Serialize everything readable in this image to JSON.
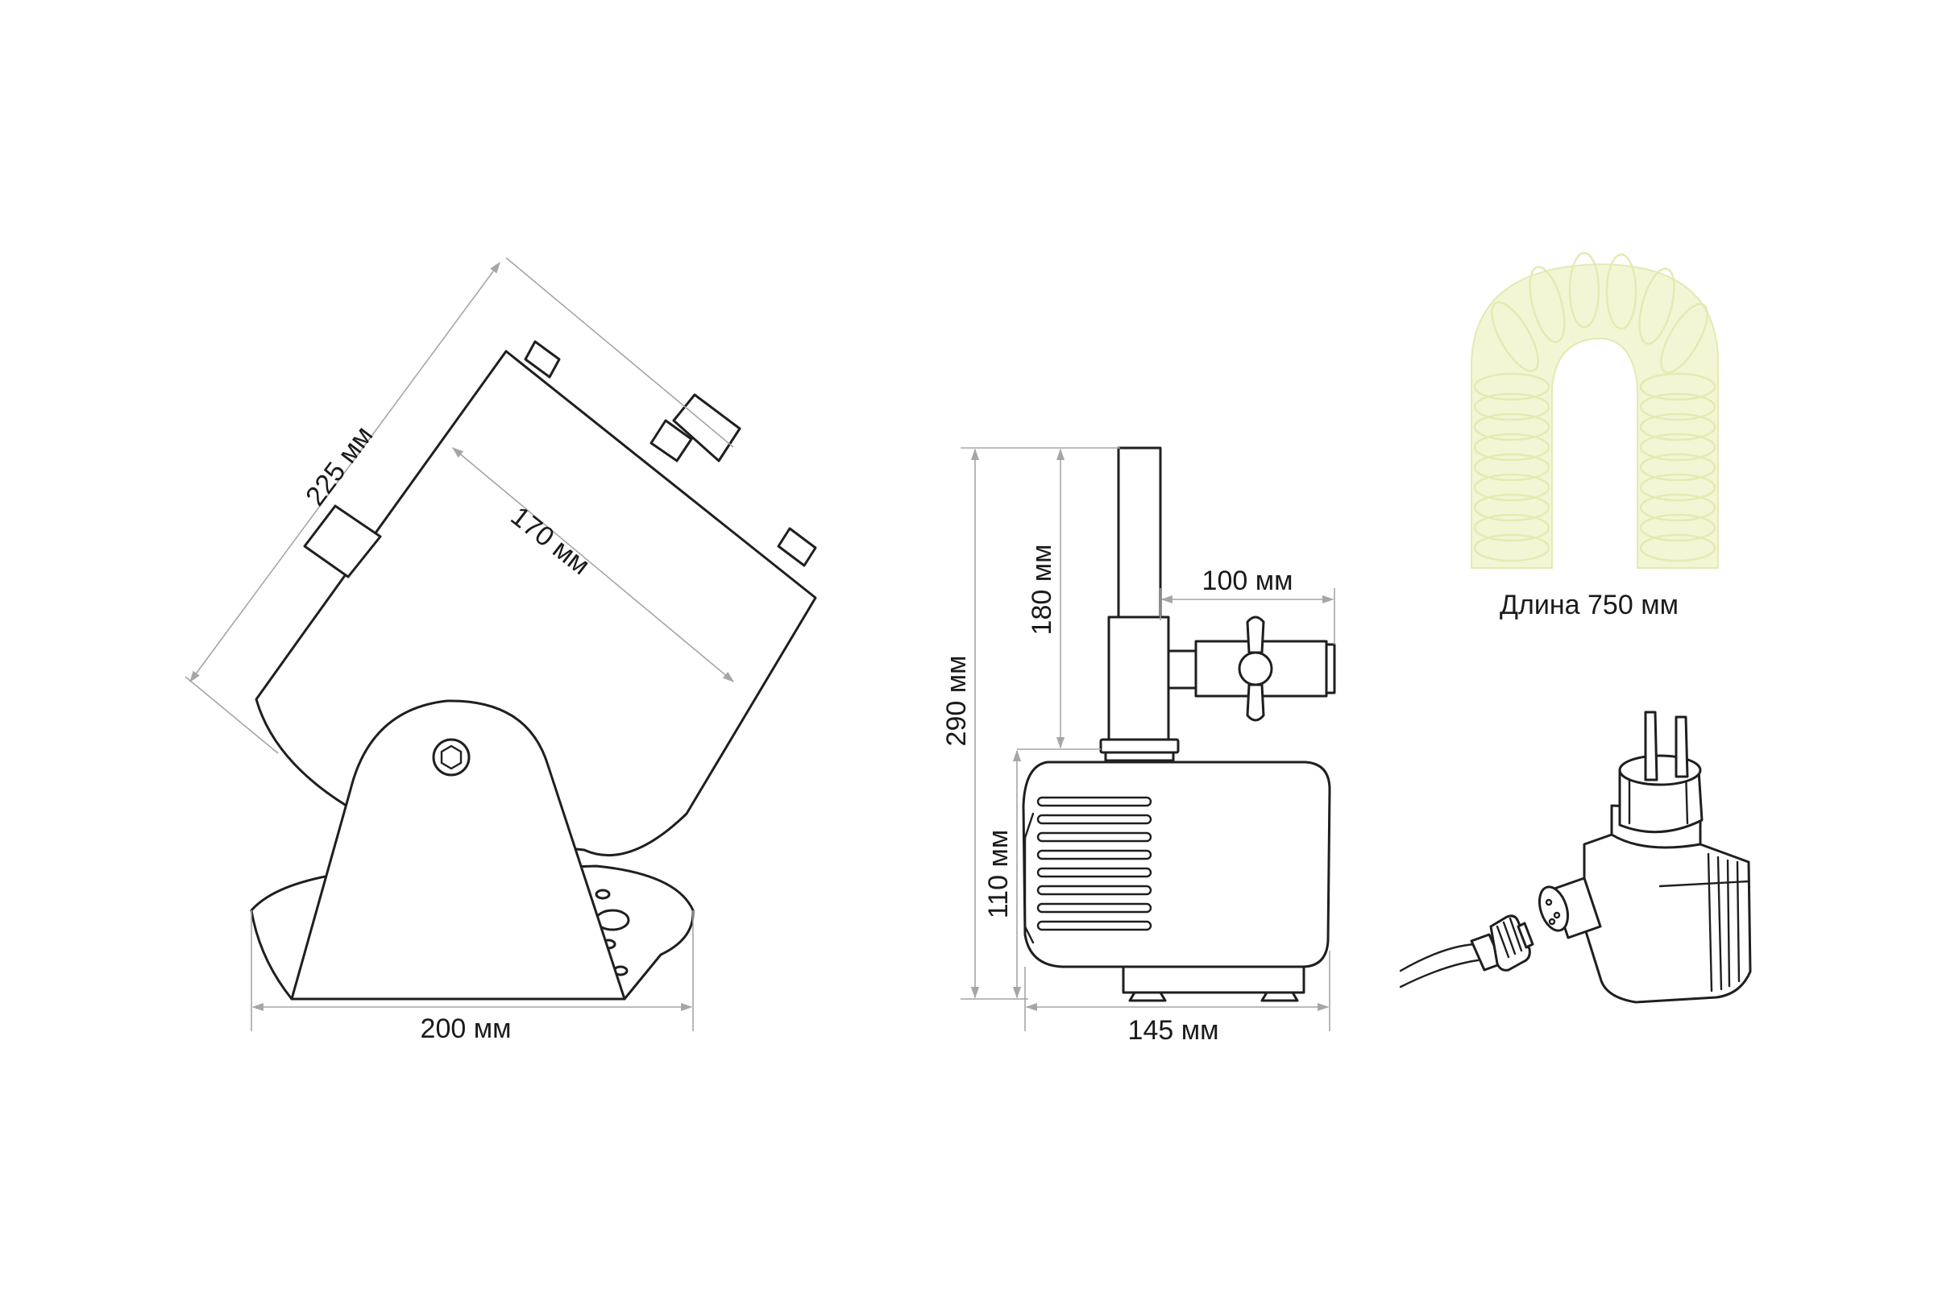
{
  "dimensions": {
    "spot_length": "225 мм",
    "spot_lens": "170 мм",
    "spot_base_width": "200 мм",
    "pump_height_total": "290 мм",
    "pump_pipe_height": "180 мм",
    "pump_body_height": "110 мм",
    "pump_outlet_width": "100 мм",
    "pump_body_width": "145 мм"
  },
  "cable": {
    "caption": "Длина 750 мм"
  },
  "colors": {
    "outline": "#1f1f1f",
    "dimension_line": "#a6a6a6",
    "cable_coil_fill": "#f3f6d4",
    "cable_coil_stroke": "#e4eab3"
  }
}
